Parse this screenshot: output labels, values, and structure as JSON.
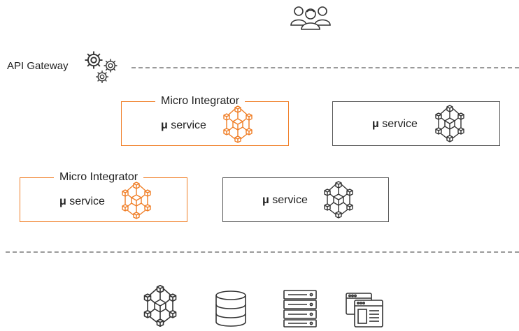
{
  "gateway": {
    "label": "API Gateway"
  },
  "integrator_label": "Micro Integrator",
  "service": {
    "mu": "μ",
    "text": " service"
  },
  "colors": {
    "accent": "#f07e26",
    "stroke": "#555555",
    "dash": "#9a9a9a"
  },
  "icons": {
    "users": "users-icon",
    "gears": "gears-icon",
    "microservice": "microservice-cube-icon",
    "database": "database-icon",
    "server": "server-icon",
    "web_app": "web-app-icon"
  }
}
